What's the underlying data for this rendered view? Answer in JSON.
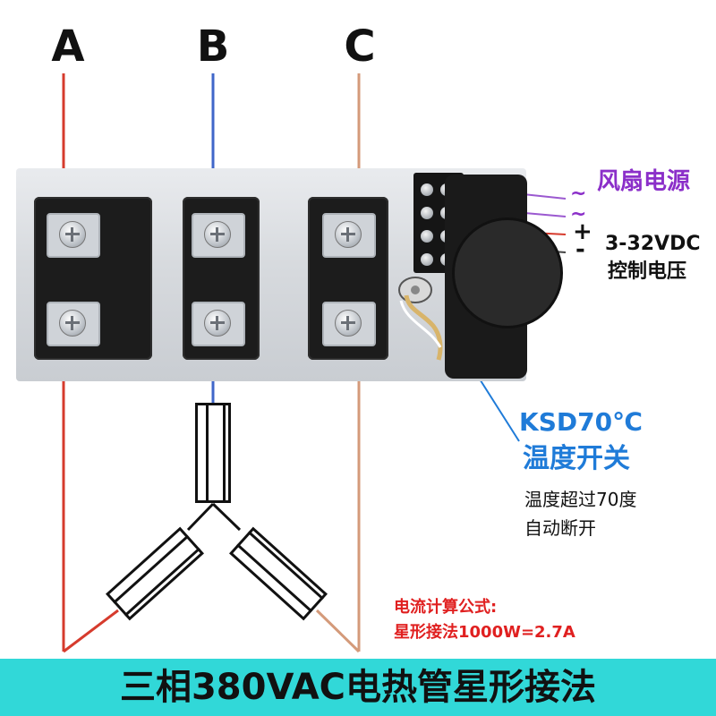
{
  "phases": {
    "a": "A",
    "b": "B",
    "c": "C"
  },
  "fan_power": {
    "label": "风扇电源",
    "tilde_1": "~",
    "tilde_2": "~"
  },
  "control_power": {
    "plus": "+",
    "minus": "-",
    "range": "3-32VDC",
    "label": "控制电压"
  },
  "temperature_switch": {
    "model": "KSD70℃",
    "name": "温度开关",
    "note_line1": "温度超过70度",
    "note_line2": "自动断开"
  },
  "formula": {
    "title": "电流计算公式:",
    "value": "星形接法1000W=2.7A"
  },
  "caption": "三相380VAC电热管星形接法",
  "colors": {
    "phase_a_wire": "#d63b2d",
    "phase_b_wire": "#3f66c9",
    "phase_c_wire": "#d49a7a",
    "caption_bar": "#31d8d8",
    "fan_label": "#8b2fc9",
    "temperature_label": "#1f7bd8",
    "formula_text": "#e02020"
  }
}
